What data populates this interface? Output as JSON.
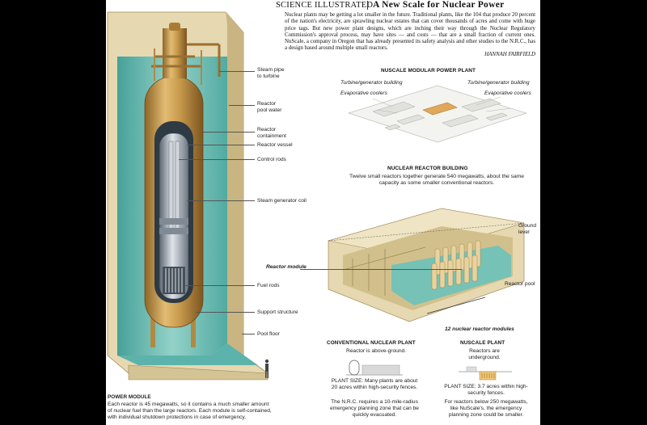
{
  "header": {
    "section": "SCIENCE ILLUSTRATED",
    "title": "A New Scale for Nuclear Power"
  },
  "intro": {
    "text": "Nuclear plants may be getting a lot smaller in the future. Traditional plants, like the 104 that produce 20 percent of the nation's electricity, are sprawling nuclear estates that can cover thousands of acres and come with huge price tags. But new power plant designs, which are inching their way through the Nuclear Regulatory Commission's approval process, may have sites — and costs — that are a small fraction of current ones. NuScale, a company in Oregon that has already presented its safety analysis and other studies to the N.R.C., has a design based around multiple small reactors.",
    "byline": "HANNAH FAIRFIELD"
  },
  "module_labels": {
    "steam_pipe": "Steam pipe\nto turbine",
    "pool_water": "Reactor\npool water",
    "containment": "Reactor\ncontainment",
    "vessel": "Reactor vessel",
    "control_rods": "Control rods",
    "steam_coil": "Steam generator coil",
    "fuel_rods": "Fuel rods",
    "support": "Support structure",
    "pool_floor": "Pool floor"
  },
  "power_module": {
    "title": "POWER MODULE",
    "text": "Each reactor is 45 megawatts, so it contains a much smaller amount of nuclear fuel than the large reactors. Each module is self-contained, with individual shutdown protections in case of emergency."
  },
  "nuscale_plant": {
    "title": "NUSCALE MODULAR POWER PLANT",
    "turbine_left": "Turbine/generator building",
    "turbine_right": "Turbine/generator building",
    "coolers_left": "Evaporative coolers",
    "coolers_right": "Evaporative coolers"
  },
  "reactor_building": {
    "title": "NUCLEAR REACTOR BUILDING",
    "text": "Twelve small reactors together generate 540 megawatts, about the same capacity as some smaller conventional reactors.",
    "ground_level": "Ground\nlevel",
    "reactor_module": "Reactor module",
    "reactor_pool": "Reactor pool",
    "modules": "12 nuclear reactor modules"
  },
  "conventional": {
    "title": "CONVENTIONAL  NUCLEAR PLANT",
    "subtitle": "Reactor is above-ground.",
    "size": "PLANT SIZE:  Many plants are about 20 acres within high-security fences.",
    "text": "The N.R.C. requires a 10-mile-radius emergency planning zone that can be quickly evacuated."
  },
  "nuscale": {
    "title": "NUSCALE PLANT",
    "subtitle": "Reactors are\nunderground.",
    "size": "PLANT SIZE:  3.7 acres within high-security fences.",
    "text": "For reactors below 250 megawatts, like NuScale's, the emergency planning zone could be smaller."
  },
  "colors": {
    "pool": "#5fb9b2",
    "pool_light": "#a6dcd6",
    "concrete": "#e6d8b0",
    "brass": "#c79a4c",
    "brass_dark": "#8f6528",
    "steel": "#9aa3ae"
  }
}
